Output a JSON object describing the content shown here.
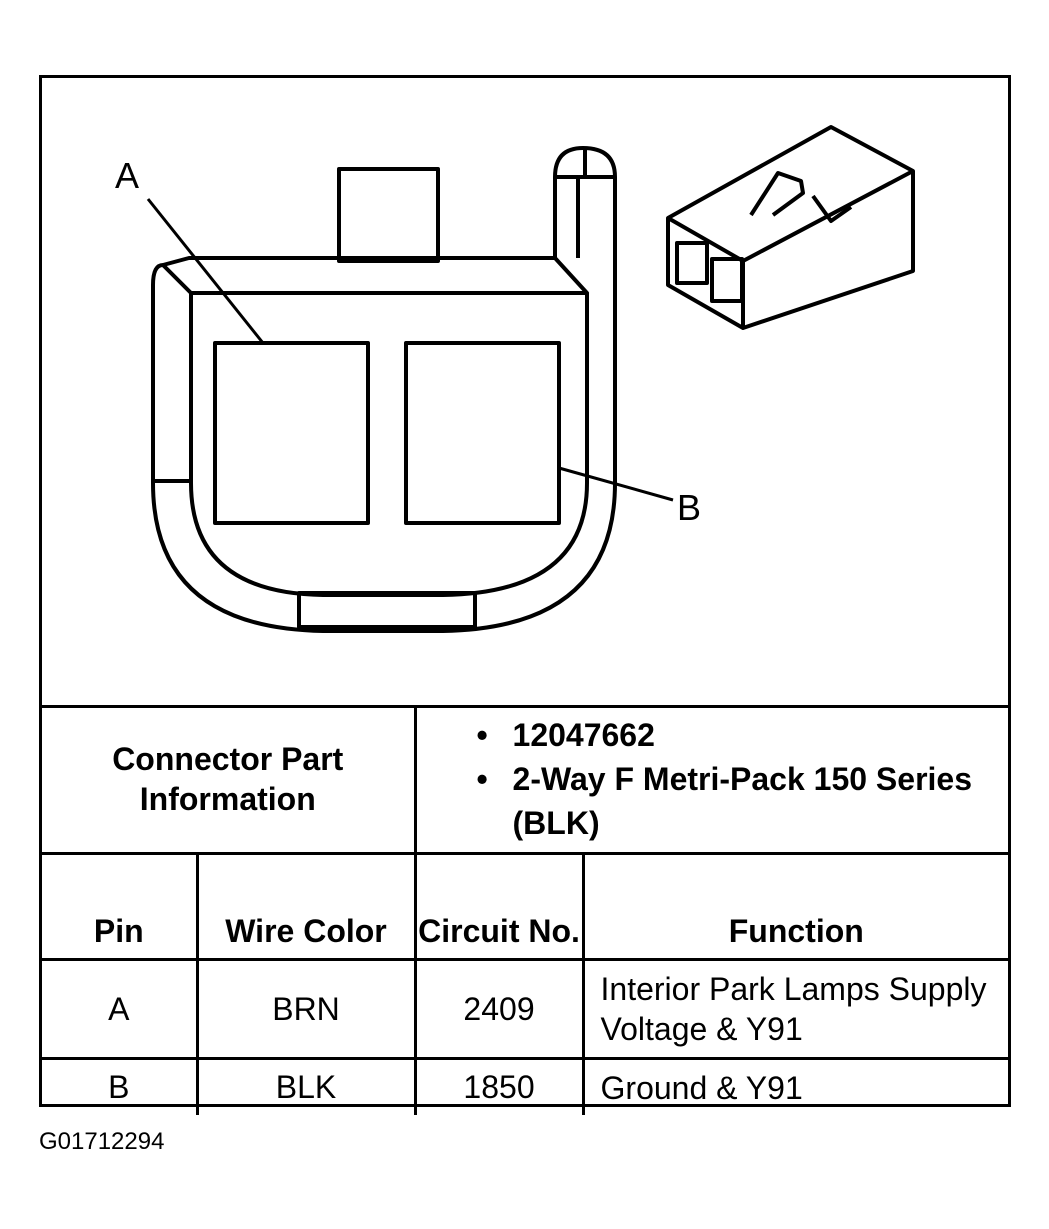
{
  "callouts": {
    "a": "A",
    "b": "B"
  },
  "connector": {
    "label": "Connector Part Information",
    "values": [
      "12047662",
      "2-Way F Metri-Pack 150 Series (BLK)"
    ]
  },
  "table": {
    "headers": {
      "pin": "Pin",
      "wire_color": "Wire Color",
      "circuit_no": "Circuit No.",
      "function": "Function"
    },
    "rows": [
      {
        "pin": "A",
        "wire_color": "BRN",
        "circuit_no": "2409",
        "function": "Interior Park Lamps Supply Voltage & Y91"
      },
      {
        "pin": "B",
        "wire_color": "BLK",
        "circuit_no": "1850",
        "function": "Ground & Y91"
      }
    ]
  },
  "figure_id": "G01712294",
  "colors": {
    "ink": "#000000",
    "paper": "#ffffff"
  }
}
